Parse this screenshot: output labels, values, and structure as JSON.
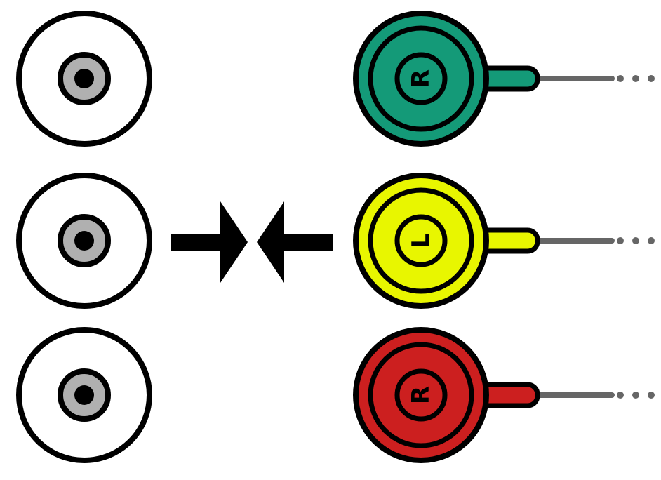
{
  "colors": {
    "background": "#ffffff",
    "outline": "#000000",
    "jack_body": "#ffffff",
    "jack_ring": "#b0b0b0",
    "cable": "#666666",
    "plugs": [
      "#149a78",
      "#e8f600",
      "#cc1f1f"
    ]
  },
  "jacks": [
    {
      "name": "jack-top"
    },
    {
      "name": "jack-middle"
    },
    {
      "name": "jack-bottom"
    }
  ],
  "plugs": [
    {
      "name": "plug-top",
      "letter": "R",
      "color": "#149a78"
    },
    {
      "name": "plug-middle",
      "letter": "L",
      "color": "#e8f600"
    },
    {
      "name": "plug-bottom",
      "letter": "R",
      "color": "#cc1f1f"
    }
  ],
  "arrows": [
    "arrow-right-icon",
    "arrow-left-icon"
  ]
}
